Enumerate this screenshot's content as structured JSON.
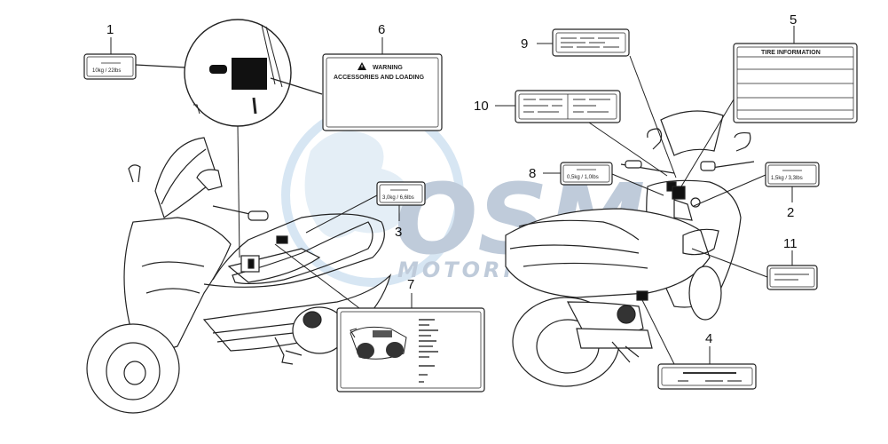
{
  "watermark": {
    "brand": "OSM",
    "sub": "MOTORPARTS",
    "color": "#b9c6d6",
    "accent": "#d3e4f2"
  },
  "callouts": {
    "c1": "1",
    "c2": "2",
    "c3": "3",
    "c4": "4",
    "c5": "5",
    "c6": "6",
    "c7": "7",
    "c8": "8",
    "c9": "9",
    "c10": "10",
    "c11": "11"
  },
  "labels": {
    "label1_text": "10kg / 22lbs",
    "label2_text": "1,5kg / 3,3lbs",
    "label3_text": "3,0kg / 6,6lbs",
    "label6_title": "WARNING",
    "label6_line": "ACCESSORIES AND LOADING",
    "label8_text": "0,5kg / 1,0lbs",
    "label5_title": "TIRE INFORMATION"
  },
  "icons": {
    "warning": "warning-triangle-icon"
  }
}
